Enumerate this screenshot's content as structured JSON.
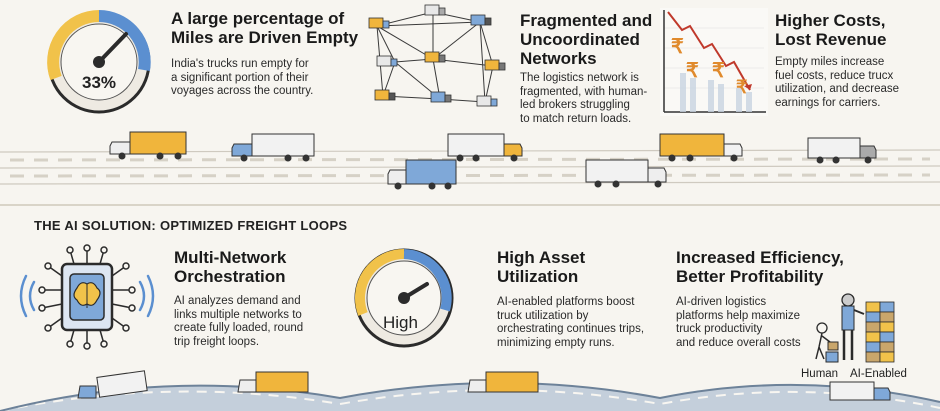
{
  "problem": {
    "card1": {
      "title_line1": "A large percentage of",
      "title_line2": "Miles are Driven Empty",
      "body_lines": [
        "India's trucks run empty for",
        "a significant portion of their",
        "voyages across the country."
      ],
      "gauge_value": "33%"
    },
    "card2": {
      "title_lines": [
        "Fragmented and",
        "Uncoordinated",
        "Networks"
      ],
      "body_lines": [
        "The logistics network is",
        "fragmented, with human-",
        "led brokers struggling",
        "to match return loads."
      ]
    },
    "card3": {
      "title_lines": [
        "Higher Costs,",
        "Lost Revenue"
      ],
      "body_lines": [
        "Empty miles increase",
        "fuel costs, reduce trucx",
        "utilization, and decrease",
        "earnings for carriers."
      ],
      "currency_symbol": "₹"
    }
  },
  "solution": {
    "heading": "THE AI SOLUTION: OPTIMIZED FREIGHT LOOPS",
    "card1": {
      "title_lines": [
        "Multi-Network",
        "Orchestration"
      ],
      "body_lines": [
        "AI analyzes demand and",
        "links multiple networks to",
        "create fully loaded, round",
        "trip freight loops."
      ]
    },
    "card2": {
      "title_lines": [
        "High Asset",
        "Utilization"
      ],
      "body_lines": [
        "AI-enabled platforms boost",
        "truck utilization by",
        "orchestrating continues trips,",
        "minimizing empty runs."
      ],
      "gauge_value": "High"
    },
    "card3": {
      "title_lines": [
        "Increased Efficiency,",
        "Better Profitability"
      ],
      "body_lines": [
        "AI-driven logistics",
        "platforms help maximize",
        "truck productivity",
        "and reduce overall costs"
      ],
      "label_human": "Human",
      "label_ai": "AI-Enabled"
    }
  },
  "colors": {
    "truck_yellow": "#f0b53c",
    "truck_blue": "#7fa8d8",
    "truck_white": "#f2f2f2",
    "gauge_blue": "#5b8fd0",
    "gauge_yellow": "#f1c24a",
    "road": "#9aa8b8"
  }
}
